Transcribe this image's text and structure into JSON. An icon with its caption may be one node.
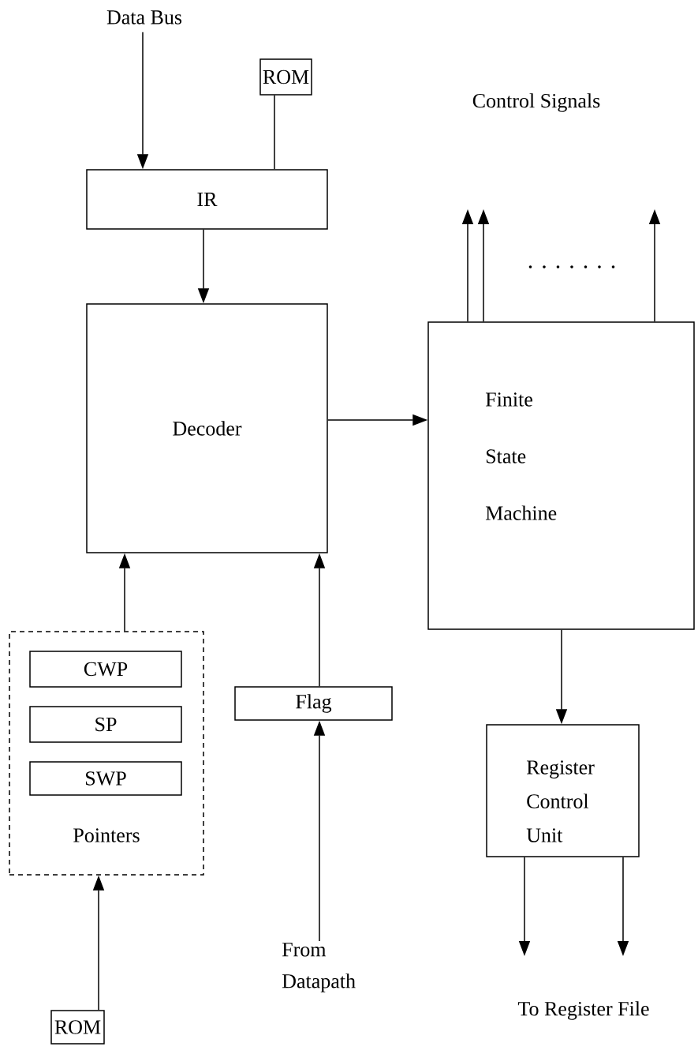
{
  "diagram": {
    "nodes": [
      {
        "text": [
          "Data Bus"
        ]
      },
      {
        "text": [
          "ROM"
        ]
      },
      {
        "text": [
          "IR"
        ]
      },
      {
        "text": [
          "Decoder"
        ]
      },
      {
        "text": [
          "Finite State Machine"
        ]
      },
      {
        "text": [
          "Pointers"
        ]
      },
      {
        "text": [
          "CWP"
        ],
        "in": 5
      },
      {
        "text": [
          "SP"
        ],
        "in": 5
      },
      {
        "text": [
          "SWP"
        ],
        "in": 5
      },
      {
        "text": [
          "Flag"
        ]
      },
      {
        "text": [
          "Register Control Unit"
        ]
      },
      {
        "text": [
          "ROM"
        ]
      },
      {
        "text": [
          "From Datapath"
        ]
      },
      {
        "text": [
          "To Register File"
        ]
      }
    ],
    "edges": [
      {
        "from": 0,
        "to": 2,
        "arrow": "to"
      },
      {
        "from": 1,
        "to": 2,
        "arrow": "none"
      },
      {
        "from": 2,
        "to": 3,
        "arrow": "to"
      },
      {
        "from": 3,
        "to": 4,
        "arrow": "to"
      },
      {
        "from": 4,
        "to": null,
        "arrow": "to"
      },
      {
        "from": 4,
        "to": null,
        "arrow": "to"
      },
      {
        "from": 4,
        "to": null,
        "arrow": "to"
      },
      {
        "from": 5,
        "to": 3,
        "arrow": "to"
      },
      {
        "from": 9,
        "to": 3,
        "arrow": "to"
      },
      {
        "from": 4,
        "to": 10,
        "arrow": "to"
      },
      {
        "from": 11,
        "to": 5,
        "arrow": "to"
      },
      {
        "from": 12,
        "to": 9,
        "arrow": "to"
      },
      {
        "from": 10,
        "to": 13,
        "arrow": "to"
      },
      {
        "from": 10,
        "to": 13,
        "arrow": "to"
      }
    ],
    "labels": [
      "Control Signals",
      ". . . . . . ."
    ]
  }
}
